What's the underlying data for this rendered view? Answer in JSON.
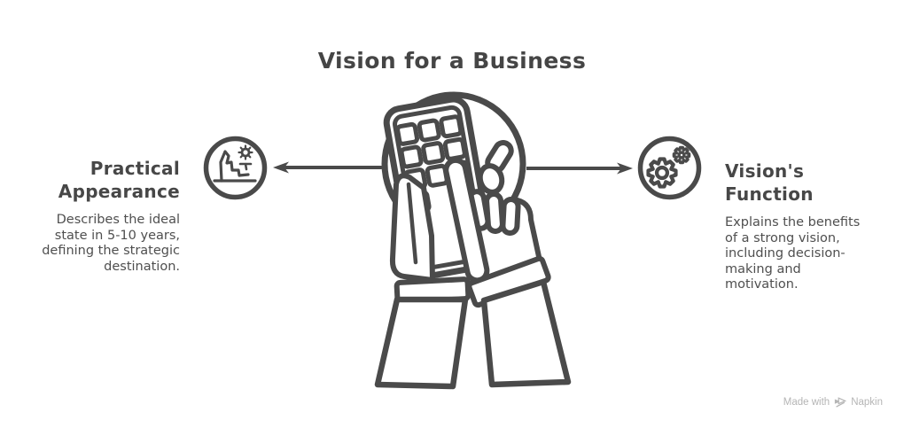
{
  "title": "Vision for a Business",
  "nodes": {
    "left": {
      "heading": "Practical\nAppearance",
      "description": "Describes the ideal\nstate in 5-10 years,\ndefining the strategic\ndestination.",
      "icon": "cliff-sun-icon"
    },
    "right": {
      "heading": "Vision's\nFunction",
      "description": "Explains the benefits\nof a strong vision,\nincluding decision-\nmaking and\nmotivation.",
      "icon": "gears-icon"
    }
  },
  "center_illustration": "hands-typing-on-calculator",
  "connectors": {
    "left": "arrow-pointing-left",
    "right": "arrow-pointing-right"
  },
  "watermark": {
    "prefix": "Made with",
    "brand": "Napkin"
  },
  "colors": {
    "ink": "#4a4a4a",
    "background": "#ffffff",
    "watermark_gray": "#b5b5b5"
  }
}
